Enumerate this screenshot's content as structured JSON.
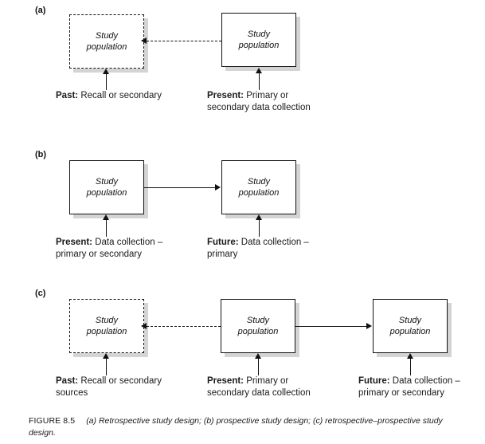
{
  "figure": {
    "caption_head": "FIGURE 8.5",
    "caption_body": "(a) Retrospective study design; (b) prospective study design; (c) retrospective–prospective study design.",
    "box_text": "Study\npopulation",
    "colors": {
      "ink": "#111111",
      "shadow": "#d4d4d4",
      "background": "#ffffff"
    }
  },
  "panels": [
    {
      "label": "(a)",
      "boxes": [
        {
          "name": "past-box",
          "style": "dashed",
          "text": "Study\npopulation"
        },
        {
          "name": "present-box",
          "style": "solid",
          "text": "Study\npopulation"
        }
      ],
      "annotations": [
        {
          "name": "past-annotation",
          "bold": "Past:",
          "rest": " Recall or secondary"
        },
        {
          "name": "present-annotation",
          "bold": "Present:",
          "rest": " Primary or\nsecondary data collection"
        }
      ],
      "connectors": [
        {
          "name": "present-to-past-arrow",
          "style": "dashed",
          "direction": "left"
        }
      ]
    },
    {
      "label": "(b)",
      "boxes": [
        {
          "name": "present-box",
          "style": "solid",
          "text": "Study\npopulation"
        },
        {
          "name": "future-box",
          "style": "solid",
          "text": "Study\npopulation"
        }
      ],
      "annotations": [
        {
          "name": "present-annotation",
          "bold": "Present:",
          "rest": " Data collection –\nprimary or secondary"
        },
        {
          "name": "future-annotation",
          "bold": "Future:",
          "rest": " Data collection –\nprimary"
        }
      ],
      "connectors": [
        {
          "name": "present-to-future-arrow",
          "style": "solid",
          "direction": "right"
        }
      ]
    },
    {
      "label": "(c)",
      "boxes": [
        {
          "name": "past-box",
          "style": "dashed",
          "text": "Study\npopulation"
        },
        {
          "name": "present-box",
          "style": "solid",
          "text": "Study\npopulation"
        },
        {
          "name": "future-box",
          "style": "solid",
          "text": "Study\npopulation"
        }
      ],
      "annotations": [
        {
          "name": "past-annotation",
          "bold": "Past:",
          "rest": " Recall or secondary\nsources"
        },
        {
          "name": "present-annotation",
          "bold": "Present:",
          "rest": " Primary or\nsecondary data collection"
        },
        {
          "name": "future-annotation",
          "bold": "Future:",
          "rest": " Data collection –\nprimary or secondary"
        }
      ],
      "connectors": [
        {
          "name": "present-to-past-arrow",
          "style": "dashed",
          "direction": "left"
        },
        {
          "name": "present-to-future-arrow",
          "style": "solid",
          "direction": "right"
        }
      ]
    }
  ]
}
